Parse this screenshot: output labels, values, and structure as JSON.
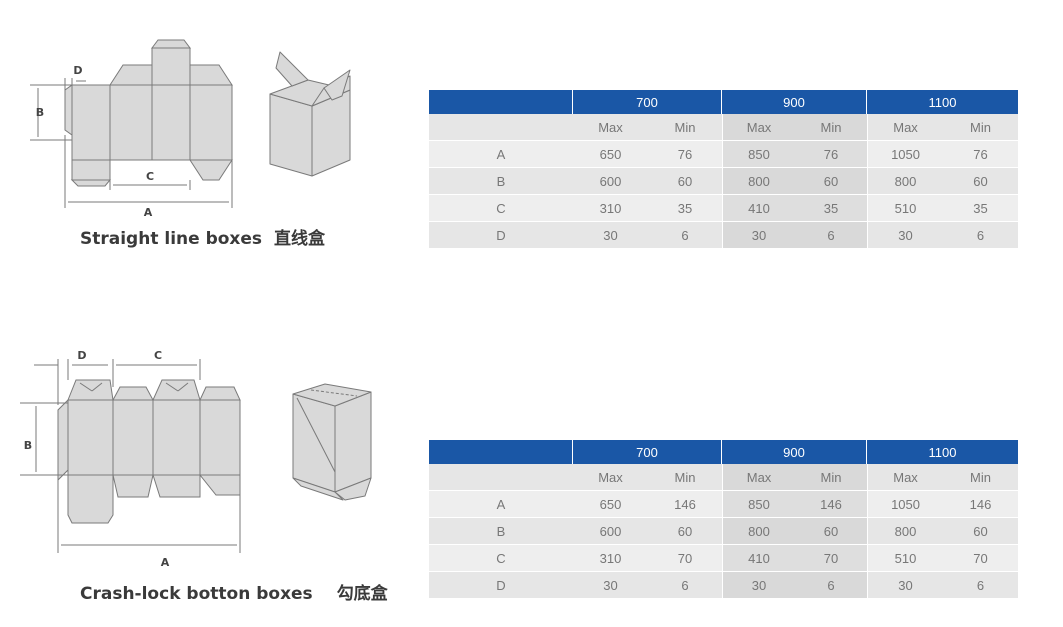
{
  "sections": [
    {
      "caption_en": "Straight line boxes",
      "caption_cn": "直线盒",
      "dims": {
        "a": "A",
        "b": "B",
        "c": "C",
        "d": "D"
      },
      "table": {
        "groups": [
          "700",
          "900",
          "1100"
        ],
        "sub": [
          "Max",
          "Min",
          "Max",
          "Min",
          "Max",
          "Min"
        ],
        "rows": [
          {
            "label": "A",
            "values": [
              "650",
              "76",
              "850",
              "76",
              "1050",
              "76"
            ]
          },
          {
            "label": "B",
            "values": [
              "600",
              "60",
              "800",
              "60",
              "800",
              "60"
            ]
          },
          {
            "label": "C",
            "values": [
              "310",
              "35",
              "410",
              "35",
              "510",
              "35"
            ]
          },
          {
            "label": "D",
            "values": [
              "30",
              "6",
              "30",
              "6",
              "30",
              "6"
            ]
          }
        ]
      }
    },
    {
      "caption_en": "Crash-lock botton boxes",
      "caption_cn": "勾底盒",
      "dims": {
        "a": "A",
        "b": "B",
        "c": "C",
        "d": "D"
      },
      "table": {
        "groups": [
          "700",
          "900",
          "1100"
        ],
        "sub": [
          "Max",
          "Min",
          "Max",
          "Min",
          "Max",
          "Min"
        ],
        "rows": [
          {
            "label": "A",
            "values": [
              "650",
              "146",
              "850",
              "146",
              "1050",
              "146"
            ]
          },
          {
            "label": "B",
            "values": [
              "600",
              "60",
              "800",
              "60",
              "800",
              "60"
            ]
          },
          {
            "label": "C",
            "values": [
              "310",
              "70",
              "410",
              "70",
              "510",
              "70"
            ]
          },
          {
            "label": "D",
            "values": [
              "30",
              "6",
              "30",
              "6",
              "30",
              "6"
            ]
          }
        ]
      }
    }
  ],
  "colors": {
    "header": "#1a57a6",
    "panel": "#d9d9d9",
    "line": "#7a7a7a"
  }
}
